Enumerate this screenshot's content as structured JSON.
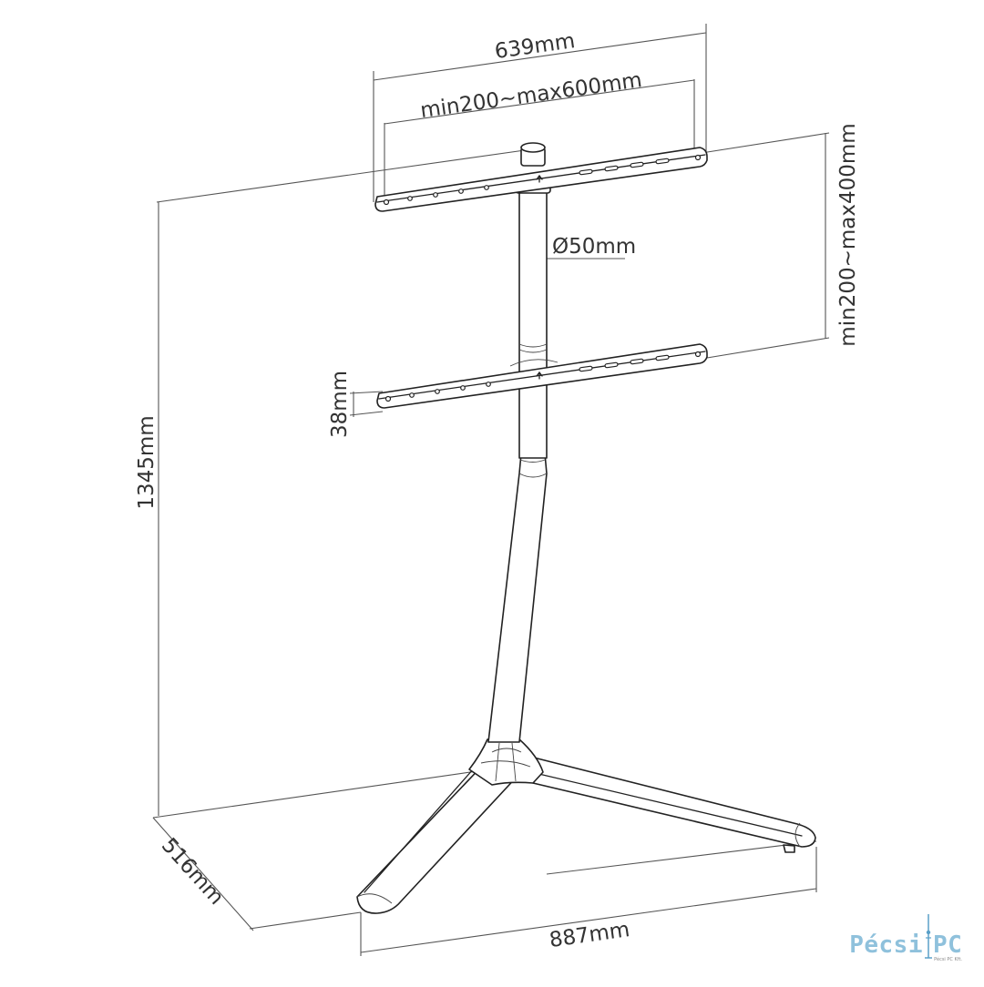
{
  "dimensions": {
    "total_width": "639mm",
    "vesa_horizontal": "min200~max600mm",
    "pole_diameter": "Ø50mm",
    "vesa_vertical": "min200~max400mm",
    "bracket_height": "38mm",
    "total_height": "1345mm",
    "base_depth": "516mm",
    "base_width": "887mm"
  },
  "logo": {
    "text_left": "Pécsi",
    "text_right": "PC",
    "subtitle": "Pécsi PC Kft."
  },
  "colors": {
    "logo": "#8fc1dc",
    "ink": "#222222"
  }
}
